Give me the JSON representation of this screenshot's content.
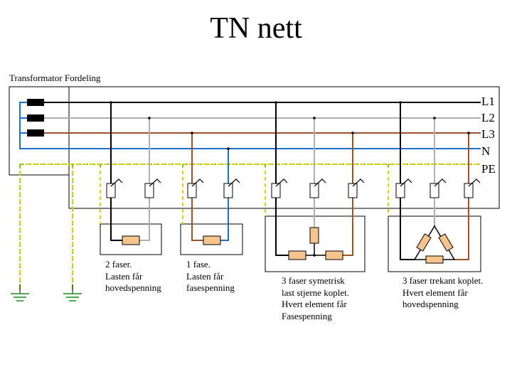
{
  "title": "TN nett",
  "transformer_label": "Transformator Fordeling",
  "rails": [
    {
      "label": "L1",
      "color": "#000000"
    },
    {
      "label": "L2",
      "color": "#b0b0b0"
    },
    {
      "label": "L3",
      "color": "#a0522d"
    },
    {
      "label": "N",
      "color": "#1e6fc8"
    },
    {
      "label": "PE",
      "color": "#7ac70f"
    }
  ],
  "loads": [
    {
      "lines": [
        "2 faser.",
        "Lasten får",
        "hovedspenning"
      ]
    },
    {
      "lines": [
        "1 fase.",
        "Lasten får",
        "fasespenning"
      ]
    },
    {
      "lines": [
        "3 faser symetrisk",
        "last stjerne koplet.",
        "Hvert element får",
        "Fasespenning"
      ]
    },
    {
      "lines": [
        "3 faser trekant koplet.",
        "Hvert element får",
        "hovedspenning"
      ]
    }
  ],
  "colors": {
    "resistor_fill": "#f5c48f",
    "pe_dash": "#e0d000",
    "line": "#000000"
  }
}
